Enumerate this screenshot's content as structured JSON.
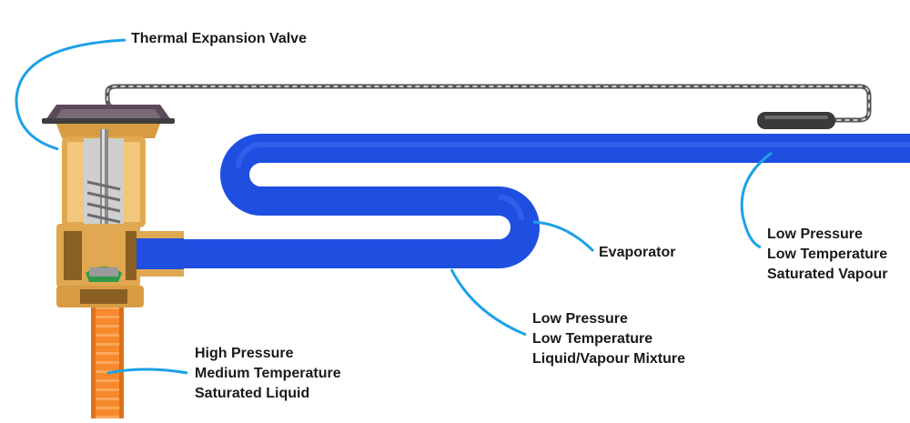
{
  "labels": {
    "thermal_expansion_valve": "Thermal Expansion Valve",
    "evaporator": "Evaporator",
    "outlet": {
      "line1": "Low Pressure",
      "line2": "Low Temperature",
      "line3": "Saturated Vapour"
    },
    "evaporator_mixture": {
      "line1": "Low Pressure",
      "line2": "Low Temperature",
      "line3": "Liquid/Vapour Mixture"
    },
    "inlet": {
      "line1": "High Pressure",
      "line2": "Medium Temperature",
      "line3": "Saturated Liquid"
    }
  },
  "colors": {
    "evaporator_pipe": "#1e4fe0",
    "liquid_line": "#f5892c",
    "leader_line": "#1da1e6",
    "valve_body": "#e0a850",
    "valve_dark": "#8a5f22",
    "sensing_bulb": "#3a3a3a",
    "capillary_tube": "#8c8c8c",
    "diaphragm": "#5a4a58"
  }
}
